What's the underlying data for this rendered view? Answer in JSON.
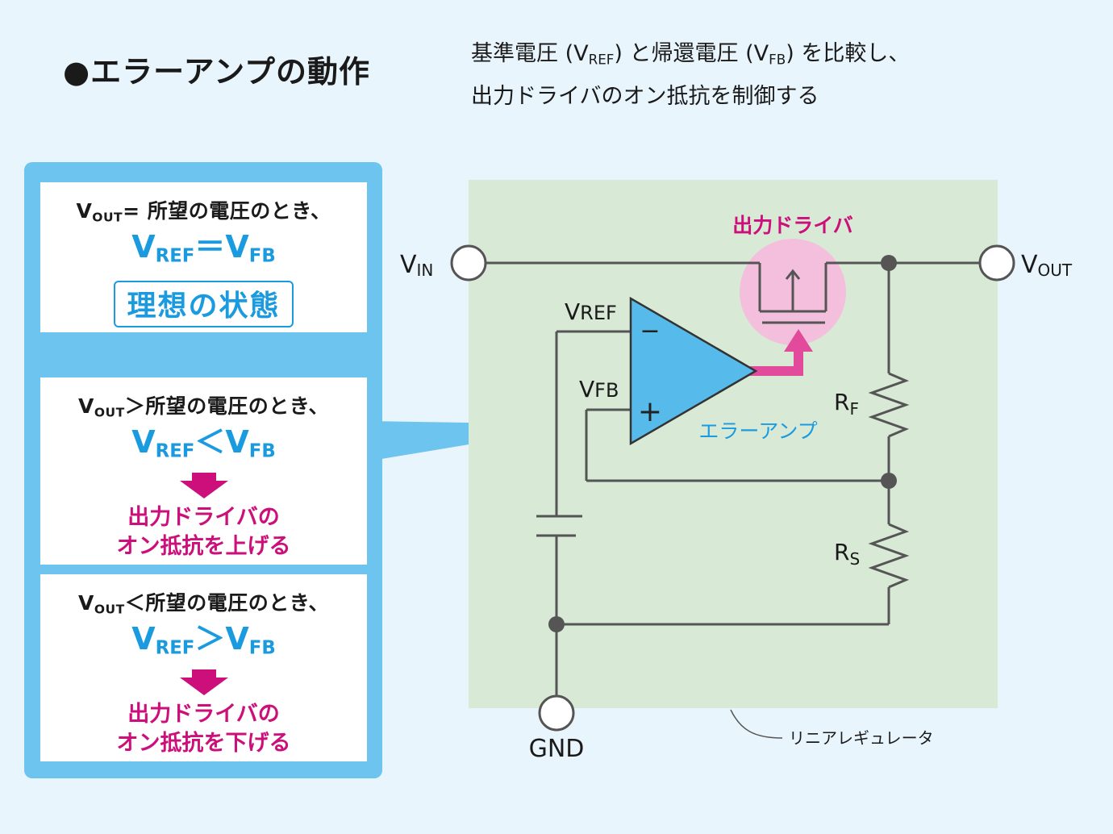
{
  "header": {
    "title": "●エラーアンプの動作",
    "desc_line1_a": "基準電圧 (V",
    "desc_line1_sub1": "REF",
    "desc_line1_b": ") と帰還電圧 (V",
    "desc_line1_sub2": "FB",
    "desc_line1_c": ") を比較し、",
    "desc_line2": "出力ドライバのオン抵抗を制御する"
  },
  "cards": [
    {
      "cond_v": "V",
      "cond_sub": "OUT",
      "cond_rest": "= 所望の電圧のとき、",
      "rel_a": "V",
      "rel_sub_a": "REF",
      "rel_op": "＝",
      "rel_b": "V",
      "rel_sub_b": "FB",
      "state": "理想の状態"
    },
    {
      "cond_v": "V",
      "cond_sub": "OUT",
      "cond_rest": "＞所望の電圧のとき、",
      "rel_a": "V",
      "rel_sub_a": "REF",
      "rel_op": "＜",
      "rel_b": "V",
      "rel_sub_b": "FB",
      "result_line1": "出力ドライバの",
      "result_line2": "オン抵抗を上げる"
    },
    {
      "cond_v": "V",
      "cond_sub": "OUT",
      "cond_rest": "＜所望の電圧のとき、",
      "rel_a": "V",
      "rel_sub_a": "REF",
      "rel_op": "＞",
      "rel_b": "V",
      "rel_sub_b": "FB",
      "result_line1": "出力ドライバの",
      "result_line2": "オン抵抗を下げる"
    }
  ],
  "circuit": {
    "vin": "V",
    "vin_sub": "IN",
    "vout": "V",
    "vout_sub": "OUT",
    "gnd": "GND",
    "vref": "V",
    "vref_sub": "REF",
    "vfb": "V",
    "vfb_sub": "FB",
    "minus": "−",
    "plus": "+",
    "driver_label": "出力ドライバ",
    "amp_label": "エラーアンプ",
    "rf": "R",
    "rf_sub": "F",
    "rs": "R",
    "rs_sub": "S",
    "regulator_label": "リニアレギュレータ"
  },
  "colors": {
    "accent_blue": "#1a9be0",
    "panel_blue": "#6cc4ef",
    "magenta": "#cc0f7a",
    "regulator_bg": "#d8e9d6",
    "background": "#e9f5fc"
  }
}
